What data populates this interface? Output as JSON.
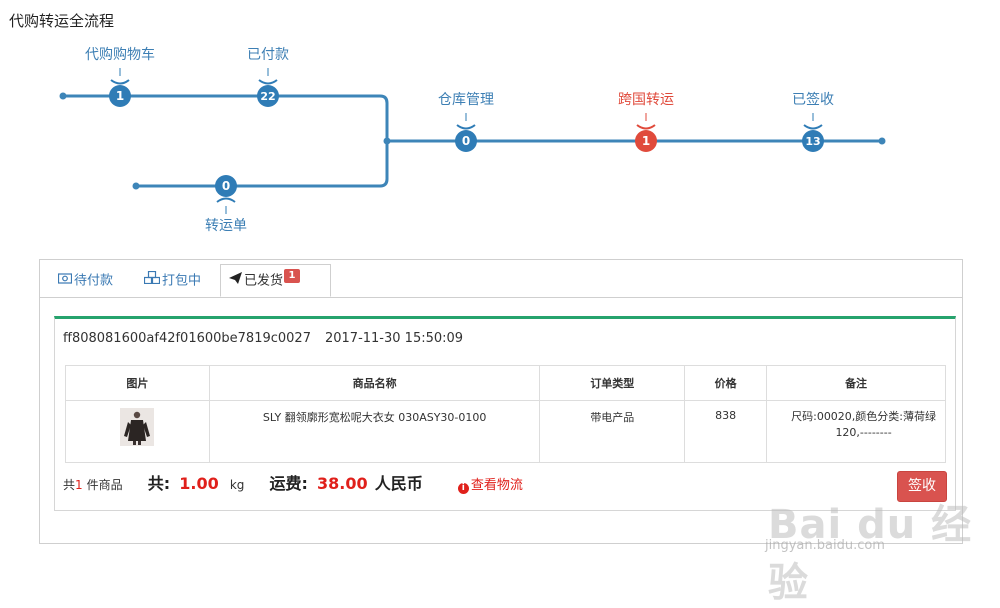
{
  "page": {
    "title": "代购转运全流程"
  },
  "flow": {
    "nodes": [
      {
        "key": "cart",
        "label": "代购购物车",
        "count": "1",
        "active": false
      },
      {
        "key": "paid",
        "label": "已付款",
        "count": "22",
        "active": false
      },
      {
        "key": "transfer",
        "label": "转运单",
        "count": "0",
        "active": false
      },
      {
        "key": "warehouse",
        "label": "仓库管理",
        "count": "0",
        "active": false
      },
      {
        "key": "crossborder",
        "label": "跨国转运",
        "count": "1",
        "active": true
      },
      {
        "key": "received",
        "label": "已签收",
        "count": "13",
        "active": false
      }
    ],
    "colors": {
      "line": "#3d85b8",
      "node": "#2f7cb6",
      "active": "#e04a3b"
    }
  },
  "tabs": [
    {
      "label": "待付款",
      "icon": "money-icon",
      "active": false
    },
    {
      "label": "打包中",
      "icon": "cubes-icon",
      "active": false
    },
    {
      "label": "已发货",
      "icon": "paper-plane-icon",
      "active": true,
      "badge": "1"
    }
  ],
  "order": {
    "id": "ff808081600af42f01600be7819c0027",
    "time": "2017-11-30 15:50:09",
    "columns": [
      "图片",
      "商品名称",
      "订单类型",
      "价格",
      "备注"
    ],
    "rows": [
      {
        "name": "SLY 翻领廓形宽松呢大衣女 030ASY30-0100",
        "type": "带电产品",
        "price": "838",
        "remark": "尺码:00020,颜色分类:薄荷绿120,--------"
      }
    ],
    "summary": {
      "prefix": "共",
      "count": "1",
      "count_suffix": "件商品",
      "weight_label": "共:",
      "weight": "1.00",
      "weight_unit": "kg",
      "freight_label": "运费:",
      "freight": "38.00",
      "currency": "人民币",
      "logistics": "查看物流"
    },
    "sign_label": "签收"
  },
  "watermark": {
    "logo": "Bai du 经验",
    "url": "jingyan.baidu.com"
  }
}
